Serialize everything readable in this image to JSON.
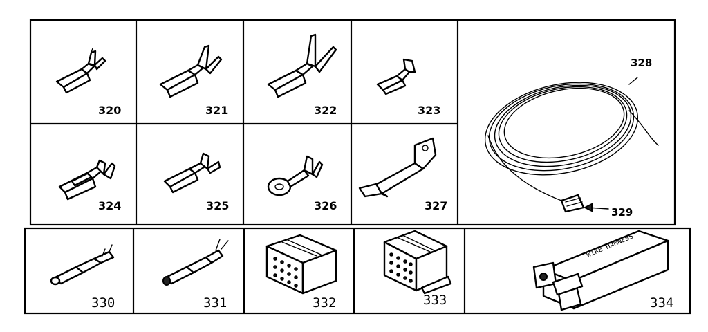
{
  "parts": [
    {
      "id": "320",
      "label": "320"
    },
    {
      "id": "321",
      "label": "321"
    },
    {
      "id": "322",
      "label": "322"
    },
    {
      "id": "323",
      "label": "323"
    },
    {
      "id": "324",
      "label": "324"
    },
    {
      "id": "325",
      "label": "325"
    },
    {
      "id": "326",
      "label": "326"
    },
    {
      "id": "327",
      "label": "327"
    },
    {
      "id": "328",
      "label": "328"
    },
    {
      "id": "329",
      "label": "329"
    },
    {
      "id": "330",
      "label": "330"
    },
    {
      "id": "331",
      "label": "331"
    },
    {
      "id": "332",
      "label": "332"
    },
    {
      "id": "333",
      "label": "333"
    },
    {
      "id": "334",
      "label": "334"
    }
  ],
  "harness_text": "WIRE HARNESS"
}
